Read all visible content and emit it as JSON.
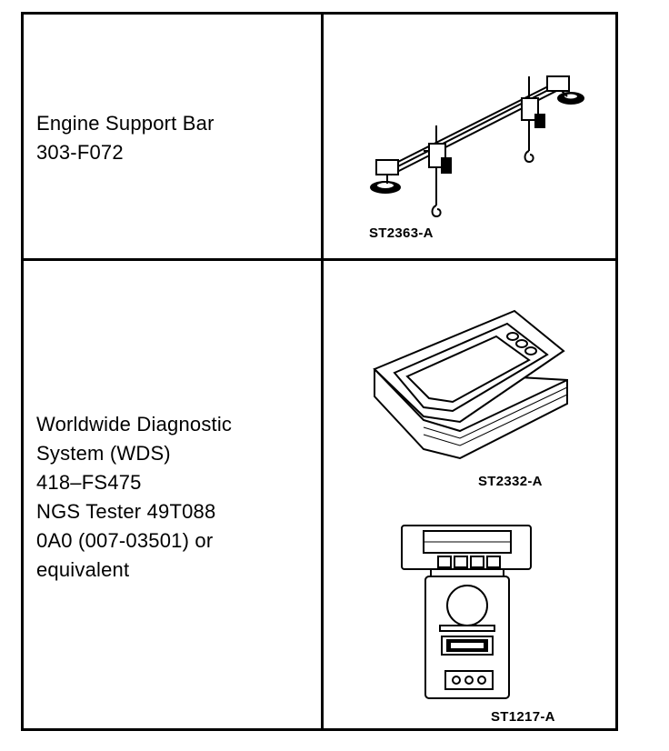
{
  "rows": [
    {
      "description_lines": [
        "Engine Support Bar",
        "303-F072"
      ],
      "illustrations": [
        {
          "icon": "engine-support-bar-icon",
          "caption": "ST2363-A"
        }
      ]
    },
    {
      "description_lines": [
        "Worldwide Diagnostic",
        "System  (WDS)",
        "418–FS475",
        "NGS Tester 49T088",
        "0A0 (007-03501) or",
        "equivalent"
      ],
      "illustrations": [
        {
          "icon": "diagnostic-tablet-icon",
          "caption": "ST2332-A"
        },
        {
          "icon": "handheld-tester-icon",
          "caption": "ST1217-A"
        }
      ]
    }
  ]
}
